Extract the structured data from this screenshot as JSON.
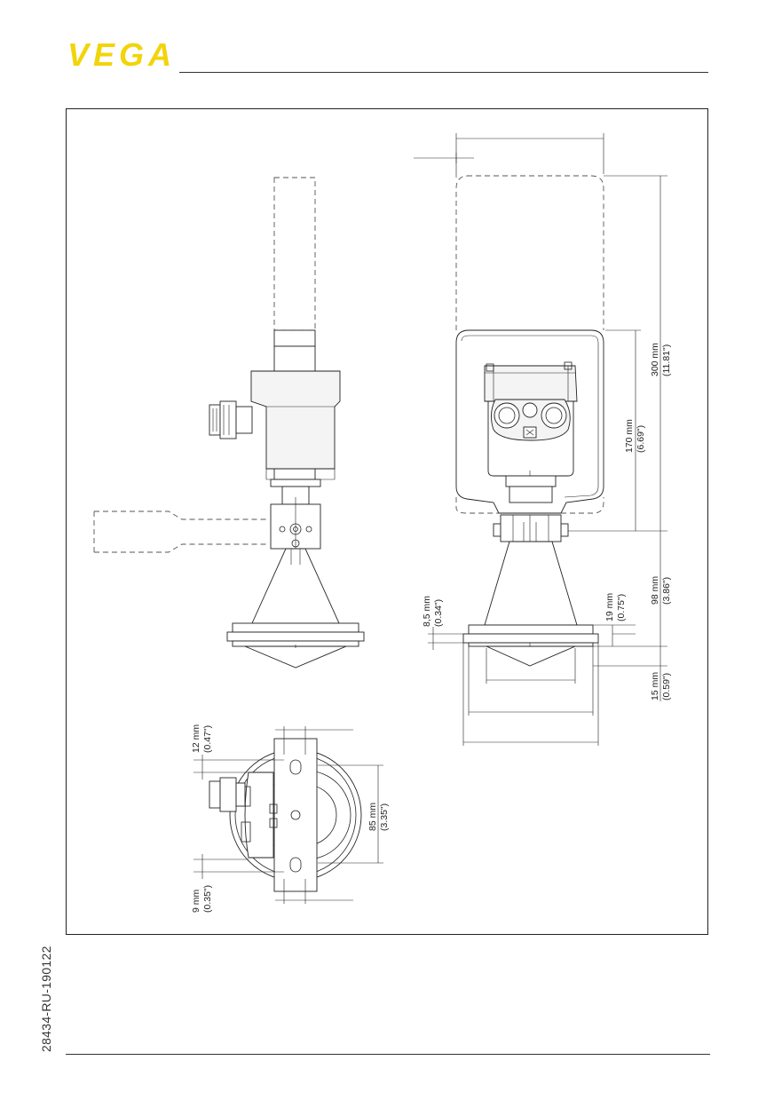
{
  "header": {
    "logo_text": "VEGA",
    "logo_color": "#f2d40a"
  },
  "drawing": {
    "front_view": {
      "dim_300": {
        "mm": "300 mm",
        "inch": "(11.81\")"
      },
      "dim_170": {
        "mm": "170 mm",
        "inch": "(6.69\")"
      },
      "dim_98": {
        "mm": "98 mm",
        "inch": "(3.86\")"
      },
      "dim_19": {
        "mm": "19 mm",
        "inch": "(0.75\")"
      },
      "dim_8_5": {
        "mm": "8,5 mm",
        "inch": "(0.34\")"
      },
      "dim_15": {
        "mm": "15 mm",
        "inch": "(0.59\")"
      }
    },
    "top_view": {
      "dim_12": {
        "mm": "12 mm",
        "inch": "(0.47\")"
      },
      "dim_85": {
        "mm": "85 mm",
        "inch": "(3.35\")"
      },
      "dim_9": {
        "mm": "9 mm",
        "inch": "(0.35\")"
      }
    }
  },
  "footer": {
    "document_id": "28434-RU-190122"
  }
}
